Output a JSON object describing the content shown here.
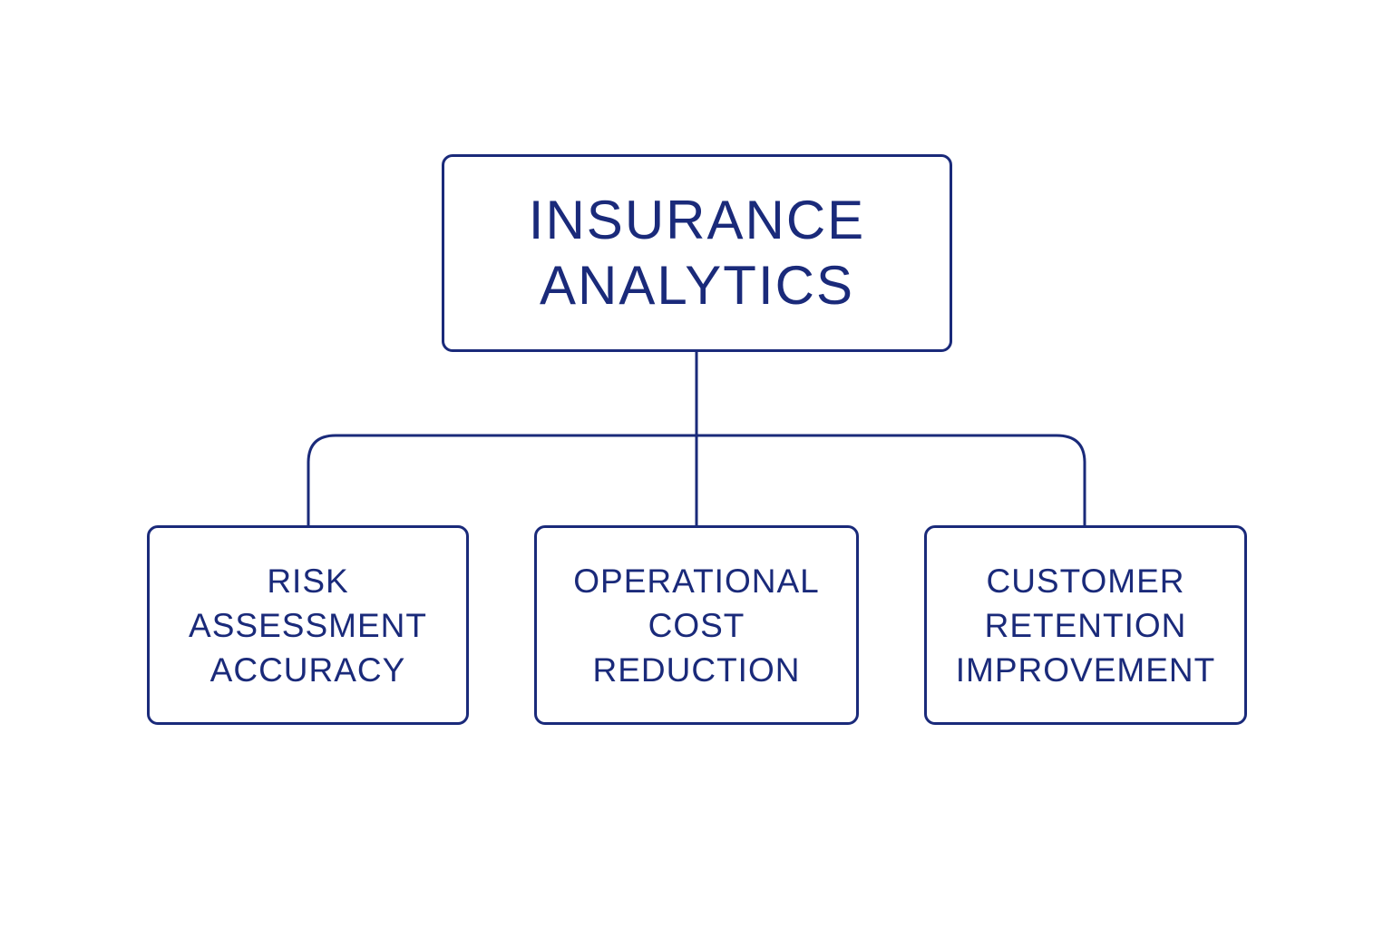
{
  "colors": {
    "stroke": "#1a2a7a",
    "text": "#1a2a7a",
    "background": "#ffffff"
  },
  "root": {
    "lines": [
      "INSURANCE",
      "ANALYTICS"
    ]
  },
  "children": [
    {
      "lines": [
        "RISK",
        "ASSESSMENT",
        "ACCURACY"
      ]
    },
    {
      "lines": [
        "OPERATIONAL",
        "COST",
        "REDUCTION"
      ]
    },
    {
      "lines": [
        "CUSTOMER",
        "RETENTION",
        "IMPROVEMENT"
      ]
    }
  ]
}
